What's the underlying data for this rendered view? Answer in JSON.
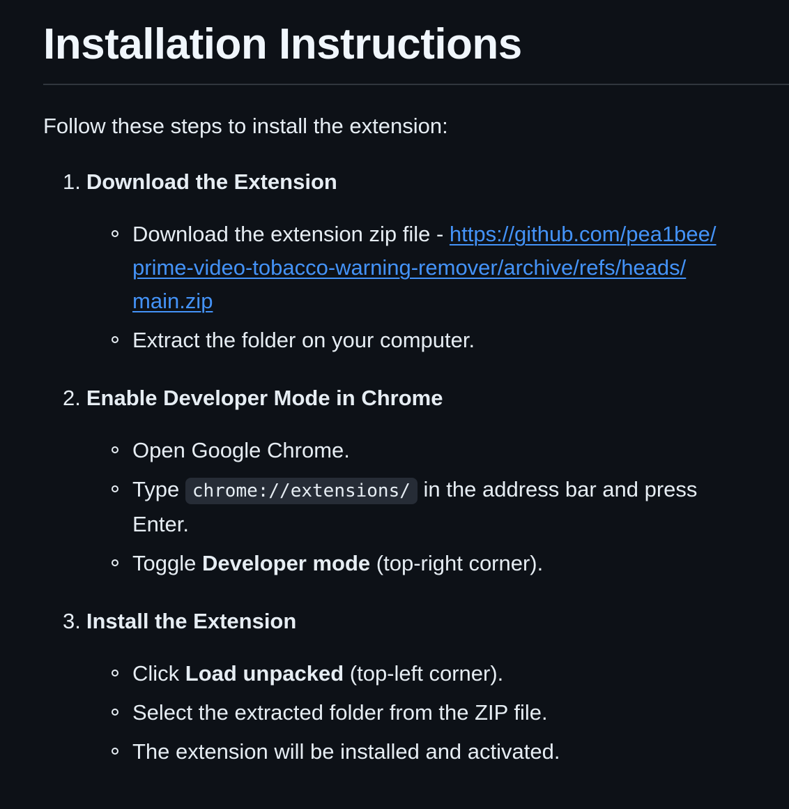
{
  "heading": "Installation Instructions",
  "intro": "Follow these steps to install the extension:",
  "steps": [
    {
      "number": "1.",
      "title": "Download the Extension",
      "items": [
        {
          "text_before": "Download the extension zip file - ",
          "link_lines": [
            "https://github.com/pea1bee/",
            "prime-video-tobacco-warning-remover/archive/refs/heads/",
            "main.zip"
          ]
        },
        {
          "text": "Extract the folder on your computer."
        }
      ]
    },
    {
      "number": "2.",
      "title": "Enable Developer Mode in Chrome",
      "items": [
        {
          "text": "Open Google Chrome."
        },
        {
          "text_before": "Type ",
          "code": "chrome://extensions/",
          "text_after": " in the address bar and press Enter."
        },
        {
          "text_before": "Toggle ",
          "bold": "Developer mode",
          "text_after": " (top-right corner)."
        }
      ]
    },
    {
      "number": "3.",
      "title": "Install the Extension",
      "items": [
        {
          "text_before": "Click ",
          "bold": "Load unpacked",
          "text_after": " (top-left corner)."
        },
        {
          "text": "Select the extracted folder from the ZIP file."
        },
        {
          "text": "The extension will be installed and activated."
        }
      ]
    }
  ],
  "colors": {
    "background": "#0d1117",
    "text": "#e6edf3",
    "link": "#4493f8",
    "code_background": "#262c36",
    "divider": "#30363d"
  }
}
